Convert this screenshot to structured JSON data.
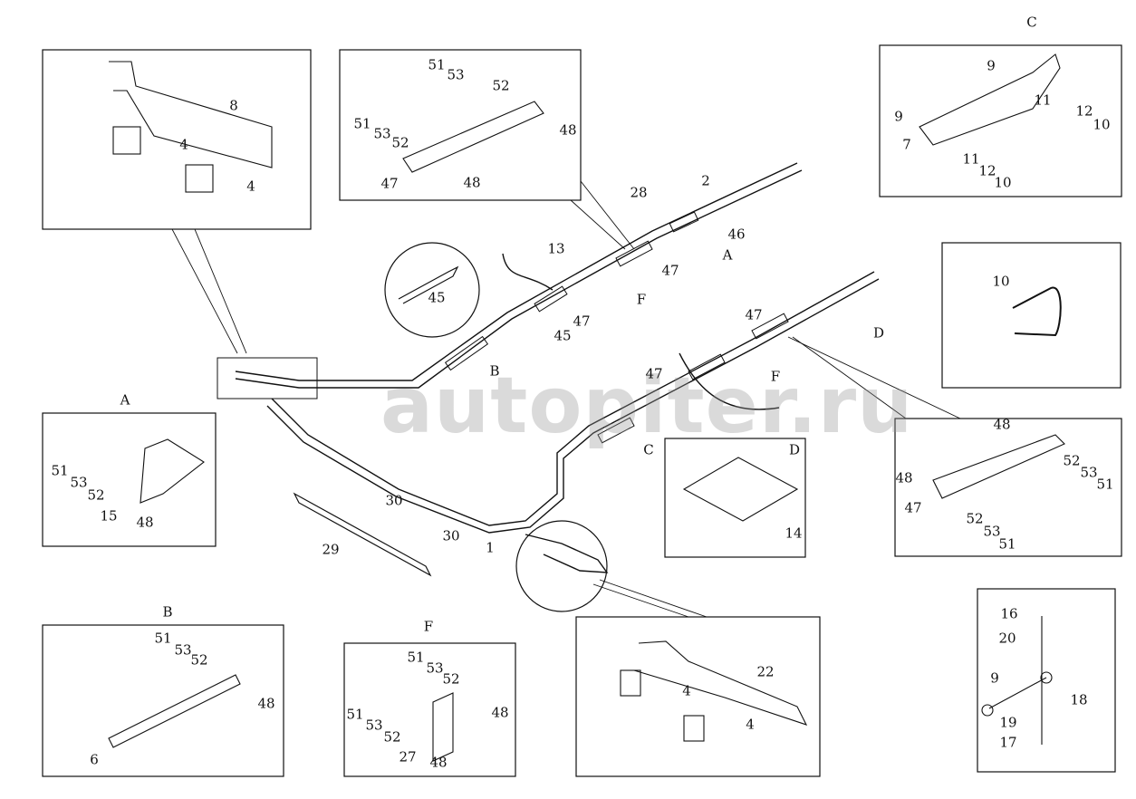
{
  "title": "Frame wiring harness routing diagram",
  "watermark": "autopiter.ru",
  "panels": {
    "top_left_bracket": {
      "callouts": [
        "8",
        "4",
        "4"
      ]
    },
    "detail_top_plate": {
      "callouts": [
        "51",
        "53",
        "52",
        "51",
        "53",
        "52",
        "48",
        "47",
        "48"
      ]
    },
    "detail_C": {
      "callouts": [
        "C",
        "9",
        "9",
        "7",
        "11",
        "12",
        "10",
        "11",
        "12",
        "10"
      ]
    },
    "detail_clip": {
      "callouts": [
        "10"
      ]
    },
    "main_assembly": {
      "callouts": [
        "28",
        "2",
        "46",
        "A",
        "13",
        "47",
        "F",
        "45",
        "47",
        "45",
        "B",
        "47",
        "D",
        "47",
        "F",
        "C",
        "30",
        "30",
        "29",
        "1"
      ]
    },
    "detail_A": {
      "callouts": [
        "A",
        "51",
        "53",
        "52",
        "15",
        "48"
      ]
    },
    "detail_D": {
      "callouts": [
        "D",
        "14"
      ]
    },
    "detail_right_plate": {
      "callouts": [
        "48",
        "48",
        "47",
        "52",
        "53",
        "51",
        "52",
        "53",
        "51"
      ]
    },
    "detail_B": {
      "callouts": [
        "B",
        "51",
        "53",
        "52",
        "48",
        "6"
      ]
    },
    "detail_F": {
      "callouts": [
        "F",
        "51",
        "53",
        "52",
        "51",
        "53",
        "52",
        "48",
        "27",
        "48"
      ]
    },
    "detail_lower_bracket": {
      "callouts": [
        "22",
        "4",
        "4"
      ]
    },
    "detail_bolt_stack": {
      "callouts": [
        "16",
        "20",
        "9",
        "18",
        "19",
        "17"
      ]
    }
  }
}
